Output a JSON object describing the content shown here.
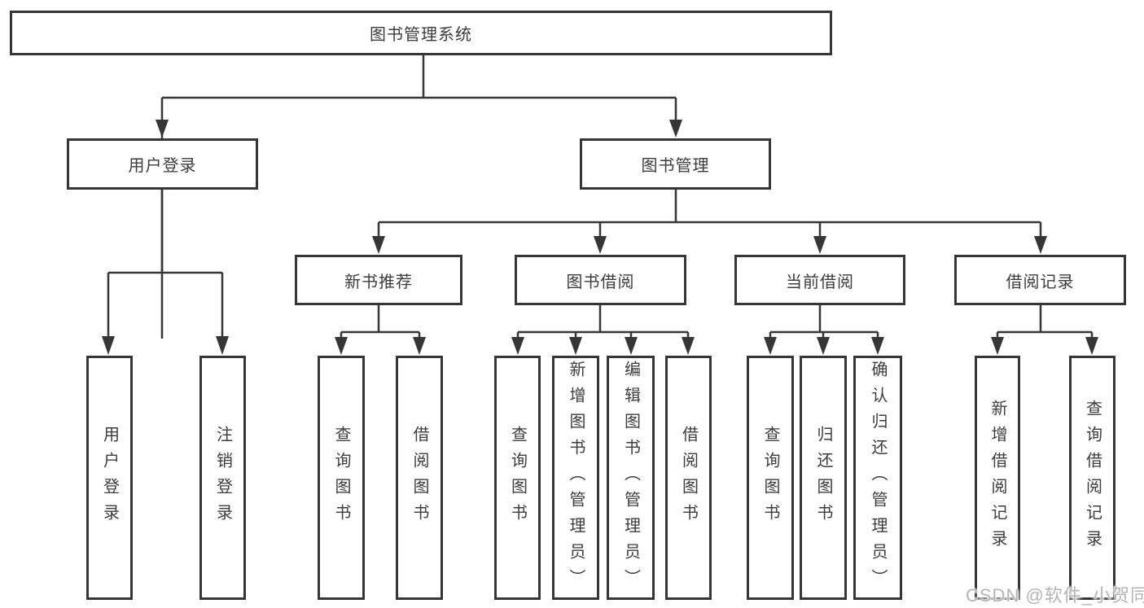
{
  "colors": {
    "line": "#363636",
    "text": "#3c3c3c",
    "watermark_text": "#b4b4b4",
    "background": "#ffffff"
  },
  "root": {
    "label": "图书管理系统"
  },
  "branches": {
    "user_login": {
      "label": "用户登录",
      "leaves": [
        "用户登录",
        "注销登录"
      ]
    },
    "book_mgmt": {
      "label": "图书管理",
      "children": {
        "new_books": {
          "label": "新书推荐",
          "leaves": [
            "查询图书",
            "借阅图书"
          ]
        },
        "borrowing": {
          "label": "图书借阅",
          "leaves": [
            "查询图书",
            "新增图书（管理员）",
            "编辑图书（管理员）",
            "借阅图书"
          ]
        },
        "current": {
          "label": "当前借阅",
          "leaves": [
            "查询图书",
            "归还图书",
            "确认归还（管理员）"
          ]
        },
        "records": {
          "label": "借阅记录",
          "leaves": [
            "新增借阅记录",
            "查询借阅记录"
          ]
        }
      }
    }
  },
  "watermark": {
    "text": "CSDN @软件_小贺同学"
  }
}
